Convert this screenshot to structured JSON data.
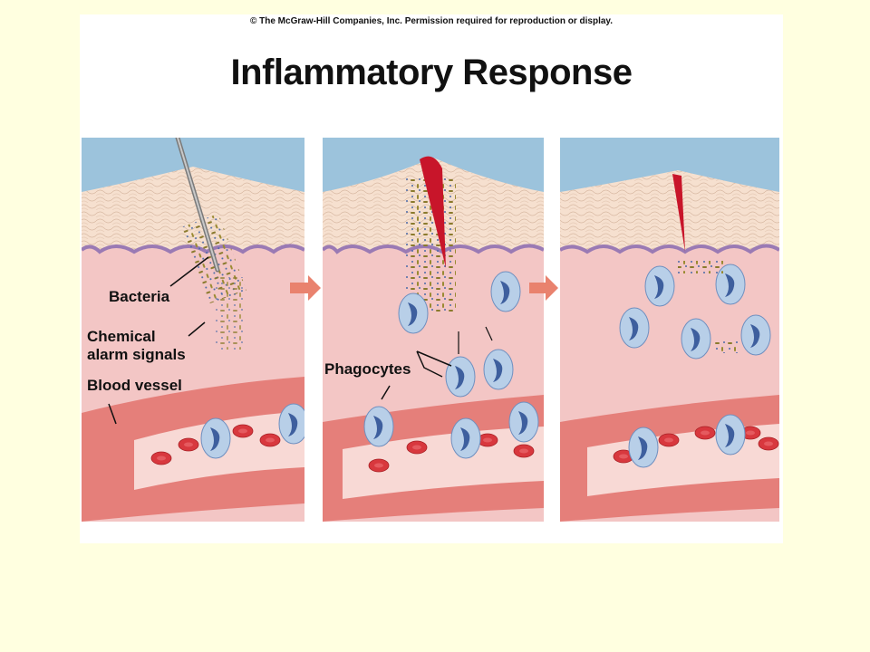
{
  "copyright": "© The McGraw-Hill Companies, Inc. Permission required for reproduction or display.",
  "title": "Inflammatory Response",
  "labels": {
    "bacteria": "Bacteria",
    "chemical_line1": "Chemical",
    "chemical_line2": "alarm signals",
    "blood_vessel": "Blood vessel",
    "phagocytes": "Phagocytes"
  },
  "colors": {
    "page_background": "#ffffe0",
    "sky": "#9cc3dc",
    "skin": "#f6e0cf",
    "tissue": "#f3c6c5",
    "vessel_wall": "#e57f7a",
    "red_blood_cell": "#d8383e",
    "phagocyte": "#b8cfe8",
    "bacteria": "#8a7a2c",
    "arrow": "#e9826e"
  }
}
